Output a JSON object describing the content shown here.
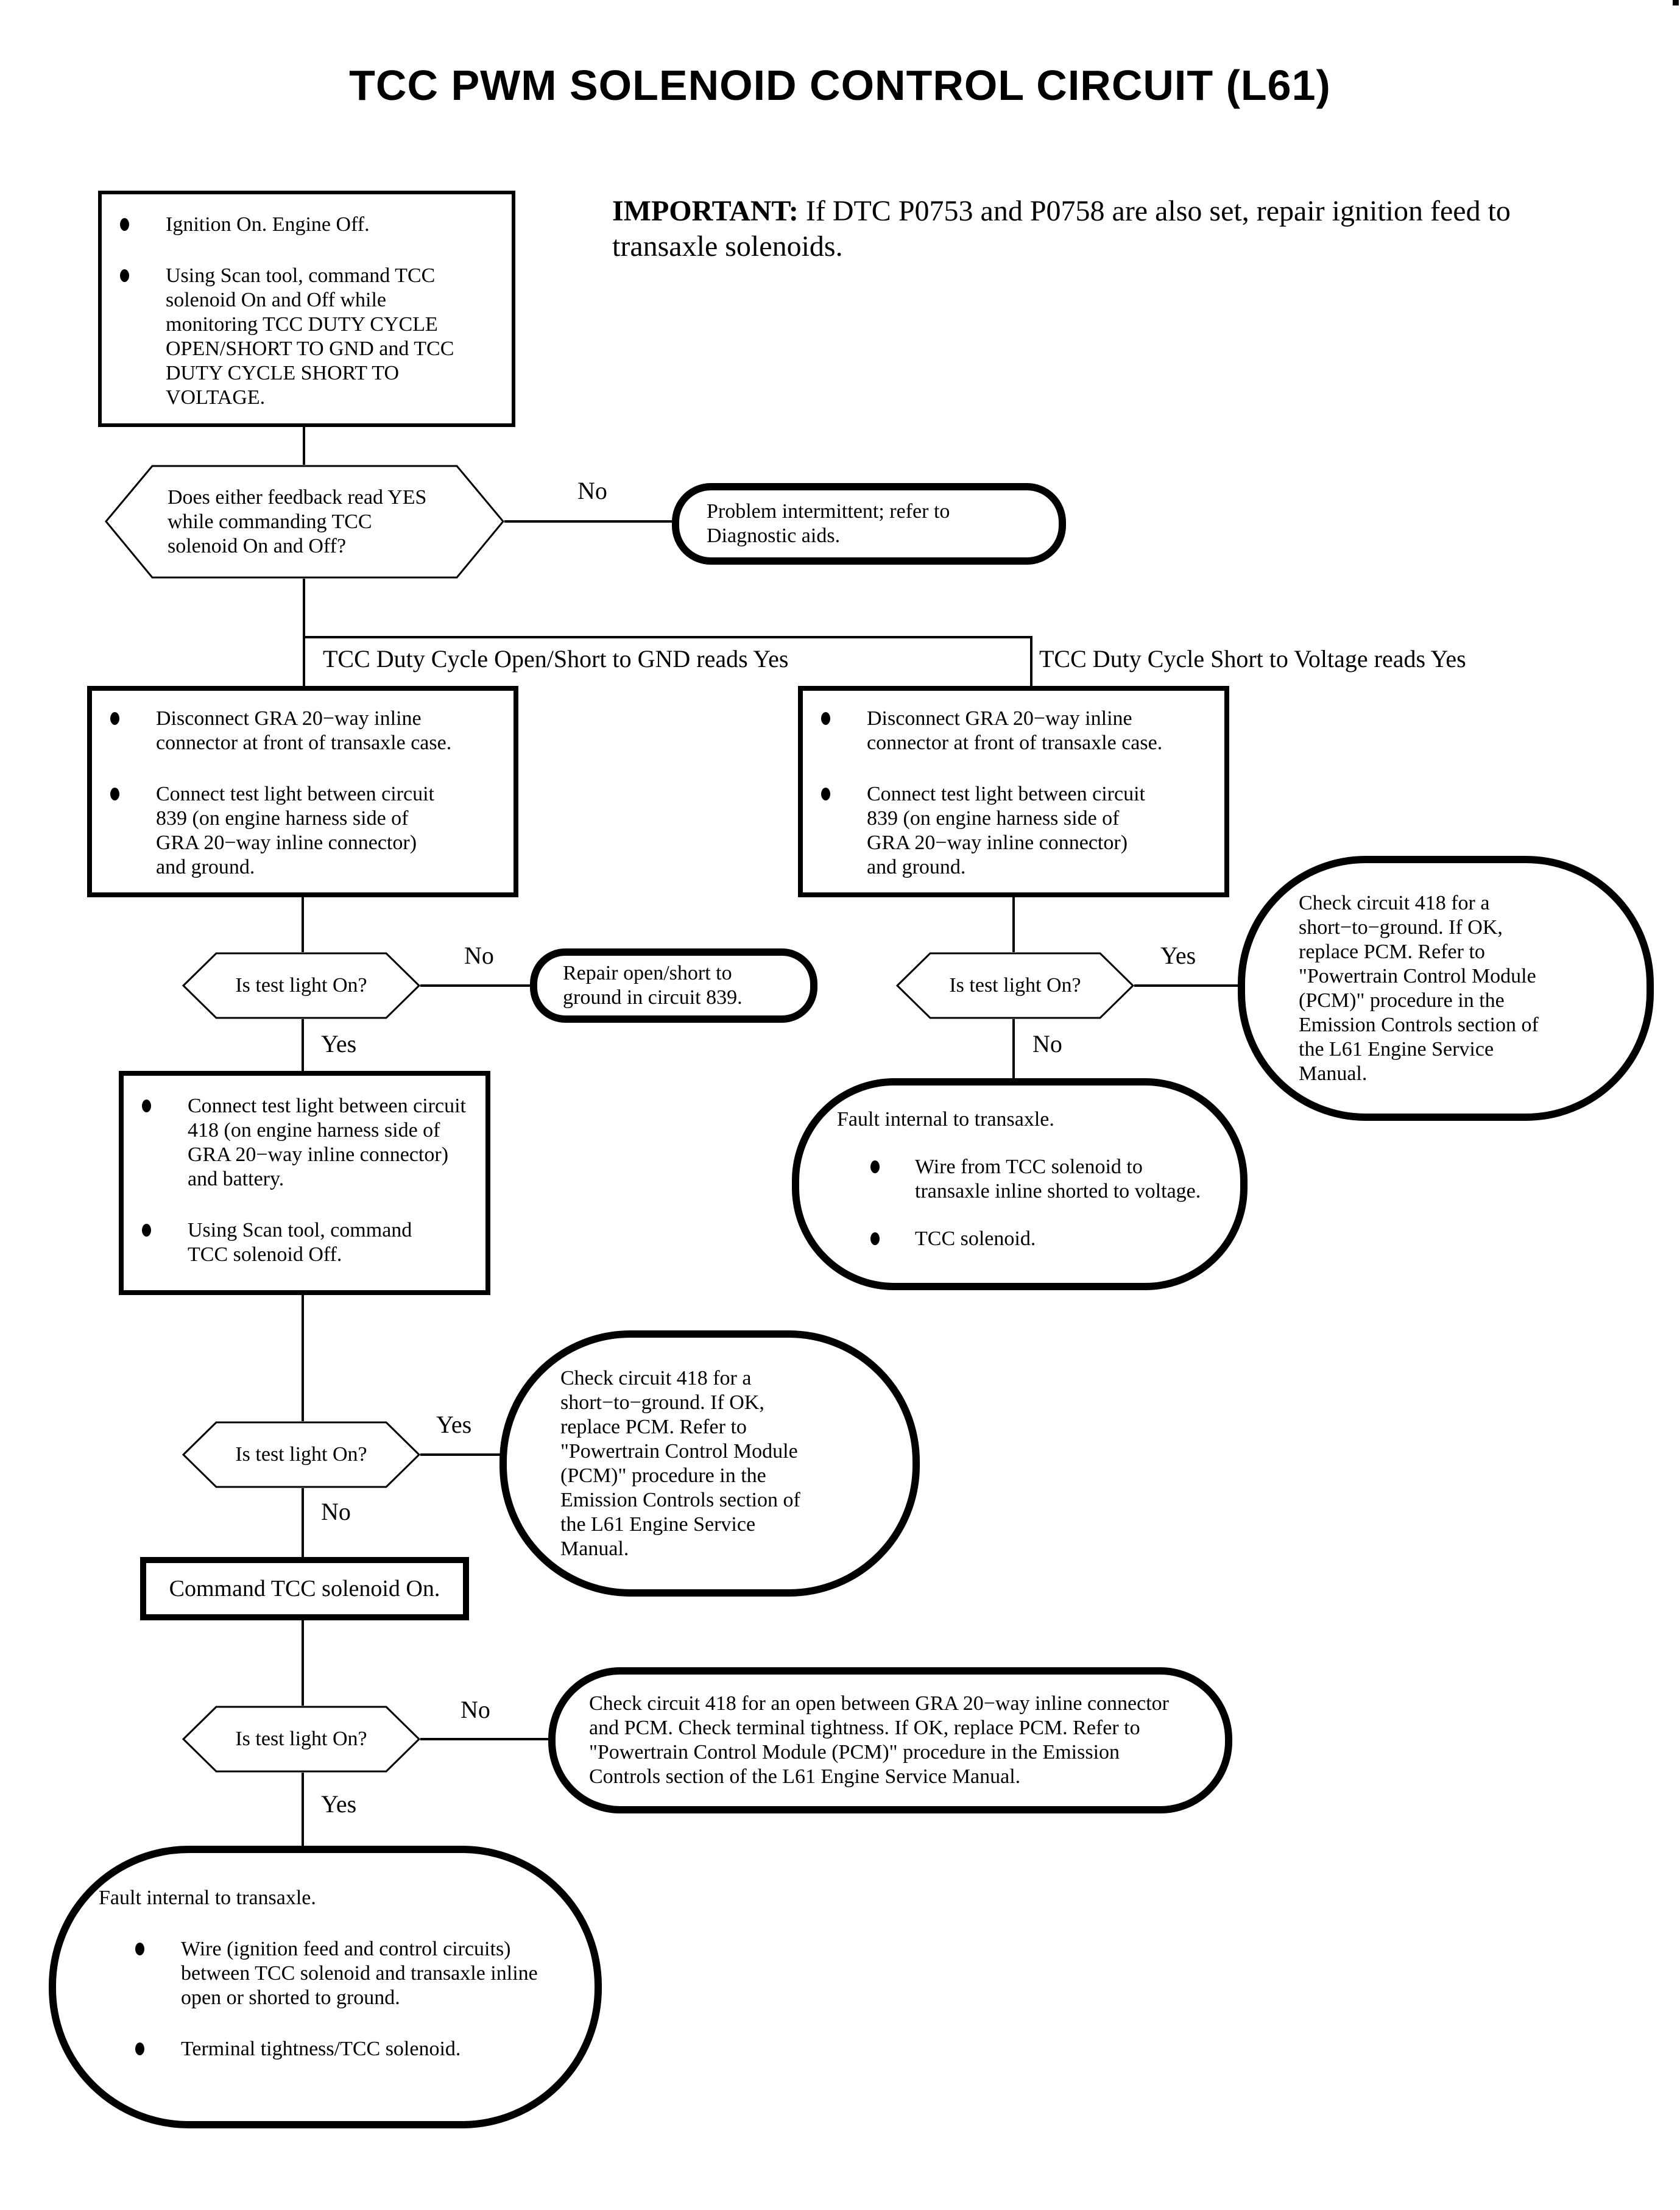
{
  "title": "TCC PWM SOLENOID CONTROL CIRCUIT (L61)",
  "important": {
    "label": "IMPORTANT:",
    "text": "If DTC P0753 and P0758 are also set, repair ignition feed to transaxle solenoids."
  },
  "labels": {
    "yes": "Yes",
    "no": "No"
  },
  "branches": {
    "left": "TCC Duty Cycle Open/Short to GND reads Yes",
    "right": "TCC Duty Cycle Short to Voltage reads Yes"
  },
  "nodes": {
    "start": {
      "bullets": [
        "Ignition On. Engine Off.",
        "Using Scan tool, command TCC solenoid On and Off while monitoring TCC DUTY CYCLE OPEN/SHORT TO GND and TCC DUTY CYCLE SHORT TO VOLTAGE."
      ]
    },
    "feedback_decision": {
      "question": "Does either feedback read YES while commanding TCC solenoid On and Off?"
    },
    "problem_intermittent": {
      "text": "Problem intermittent; refer to Diagnostic aids."
    },
    "disconnect_left": {
      "bullets": [
        "Disconnect GRA 20−way inline connector at front of transaxle case.",
        "Connect test light between circuit 839 (on engine harness side of GRA 20−way inline connector) and ground."
      ]
    },
    "disconnect_right": {
      "bullets": [
        "Disconnect GRA 20−way inline connector at front of transaxle case.",
        "Connect test light between circuit 839 (on engine harness side of GRA 20−way inline connector) and ground."
      ]
    },
    "test_light_1": {
      "question": "Is test light On?"
    },
    "repair_839": {
      "text": "Repair open/short to ground in circuit 839."
    },
    "connect_418": {
      "bullets": [
        "Connect test light between circuit 418 (on engine harness side of GRA 20−way inline connector) and battery.",
        "Using Scan tool, command TCC solenoid Off."
      ]
    },
    "test_light_2": {
      "question": "Is test light On?"
    },
    "check_418_short_mid": {
      "text": "Check circuit 418 for a short−to−ground. If OK, replace PCM. Refer to \"Powertrain Control Module (PCM)\" procedure in the Emission Controls section of the L61 Engine Service Manual."
    },
    "command_tcc_on": {
      "text": "Command TCC solenoid On."
    },
    "test_light_3": {
      "question": "Is test light On?"
    },
    "check_418_open": {
      "text": "Check circuit 418 for an open between GRA 20−way inline connector and PCM. Check terminal tightness. If OK, replace PCM. Refer to \"Powertrain Control Module (PCM)\" procedure in the Emission Controls section of the L61 Engine Service Manual."
    },
    "fault_internal_bottom": {
      "heading": "Fault internal to transaxle.",
      "bullets": [
        "Wire (ignition feed and control circuits) between TCC solenoid and transaxle inline open or shorted to ground.",
        "Terminal tightness/TCC solenoid."
      ]
    },
    "test_light_right": {
      "question": "Is test light On?"
    },
    "check_418_short_right": {
      "text": "Check circuit 418 for a short−to−ground. If OK, replace PCM. Refer to \"Powertrain Control Module (PCM)\" procedure in the Emission Controls section of the L61 Engine Service Manual."
    },
    "fault_internal_right": {
      "heading": "Fault internal to transaxle.",
      "bullets": [
        "Wire from TCC solenoid to transaxle inline shorted to voltage.",
        "TCC solenoid."
      ]
    }
  },
  "colors": {
    "background": "#ffffff",
    "line": "#000000",
    "text": "#000000"
  }
}
